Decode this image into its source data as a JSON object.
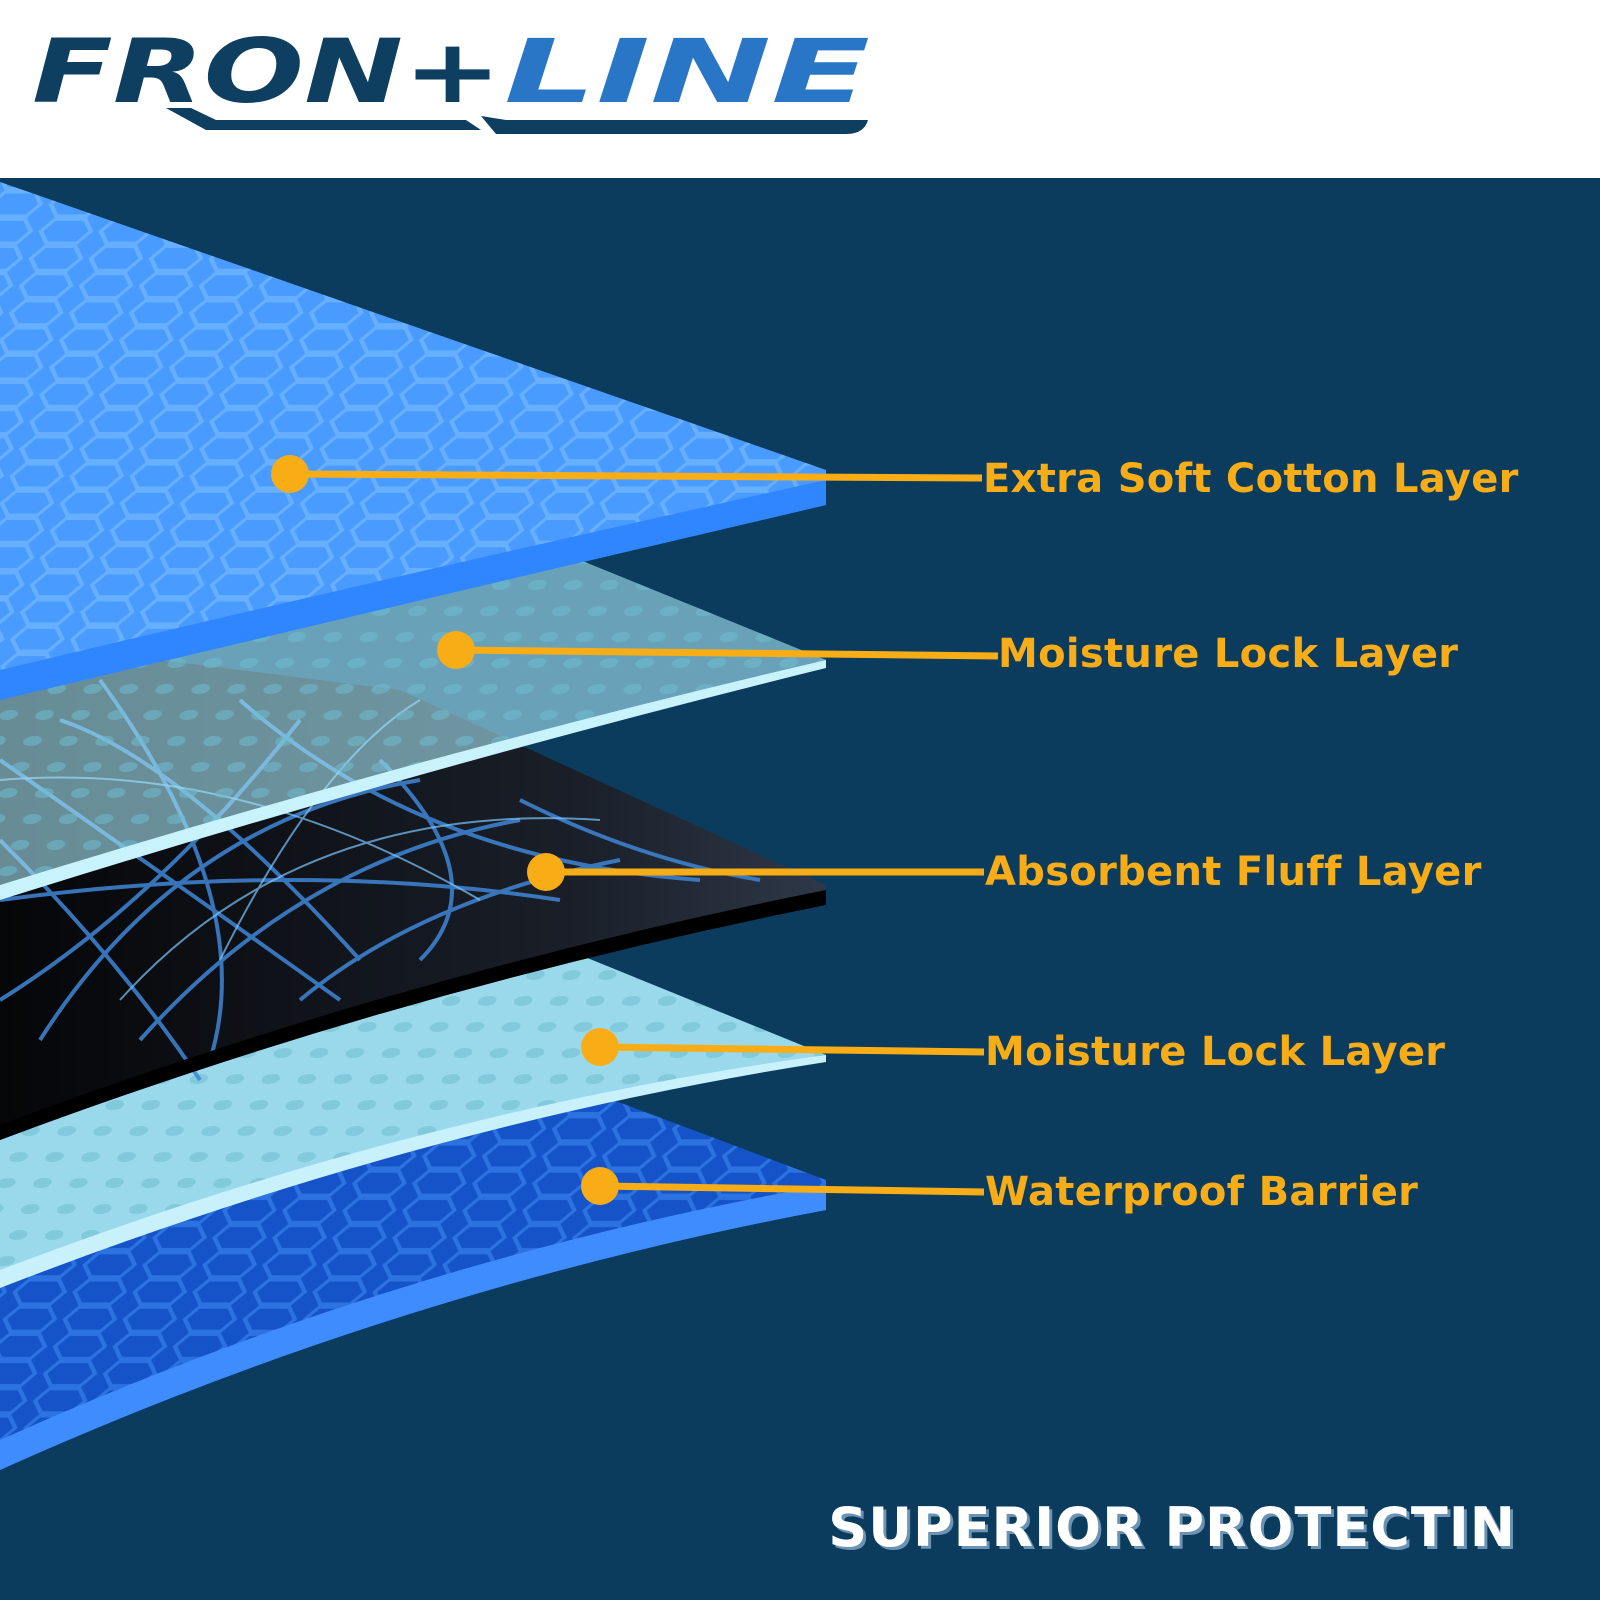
{
  "brand": {
    "logo_text_dark": "FRON+",
    "logo_text_light": "LINE",
    "colors": {
      "dark_blue": "#0e3f61",
      "light_blue": "#2a76c6"
    }
  },
  "layers": [
    {
      "label": "Extra Soft Cotton Layer",
      "color": "#4a9bff"
    },
    {
      "label": "Moisture Lock Layer",
      "color": "#a9e6f5"
    },
    {
      "label": "Absorbent Fluff Layer",
      "color": "#111111"
    },
    {
      "label": "Moisture Lock Layer",
      "color": "#a9e6f5"
    },
    {
      "label": "Waterproof Barrier",
      "color": "#1f63d6"
    }
  ],
  "callout_color": "#f8ad16",
  "background_color": "#0b3c5d",
  "tagline": "SUPERIOR PROTECTIN"
}
